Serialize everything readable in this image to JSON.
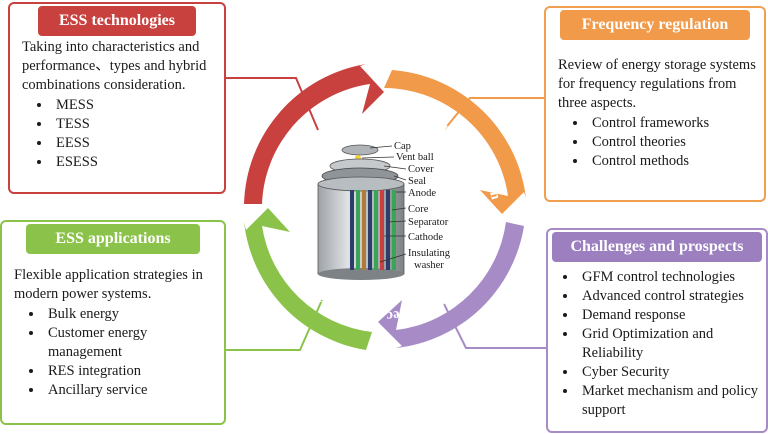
{
  "ess_technologies": {
    "title": "ESS technologies",
    "description": "Taking into characteristics and performance、types and hybrid combinations consideration.",
    "items": [
      "MESS",
      "TESS",
      "EESS",
      "ESESS"
    ]
  },
  "frequency_regulation": {
    "title": "Frequency regulation",
    "description": "Review of energy storage systems for frequency regulations from three aspects.",
    "items": [
      "Control frameworks",
      "Control theories",
      "Control methods"
    ]
  },
  "ess_applications": {
    "title": "ESS applications",
    "description": "Flexible application strategies in modern power systems.",
    "items": [
      "Bulk energy",
      "Customer energy management",
      "RES integration",
      "Ancillary service"
    ]
  },
  "challenges_prospects": {
    "title": "Challenges and prospects",
    "items": [
      "GFM control technologies",
      "Advanced control strategies",
      "Demand response",
      "Grid Optimization and Reliability",
      "Cyber Security",
      "Market mechanism and policy support"
    ]
  },
  "ring": {
    "segments": [
      "ESS technologies",
      "Frequency regulation",
      "Challenges and prospects",
      "ESS applications"
    ],
    "colors": [
      "#c9413e",
      "#f09a4a",
      "#a78bc7",
      "#8bc34a"
    ]
  },
  "battery": {
    "labels": [
      "Cap",
      "Vent ball",
      "Cover",
      "Seal",
      "Anode",
      "Core",
      "Separator",
      "Cathode",
      "Insulating",
      "washer"
    ]
  }
}
